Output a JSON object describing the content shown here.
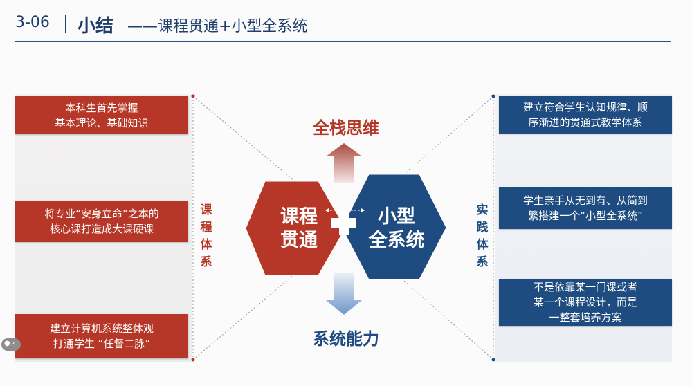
{
  "header": {
    "slide_number": "3-06",
    "title": "小结",
    "subtitle": "——课程贯通+小型全系统"
  },
  "left_panel": {
    "label": "课程体系",
    "boxes": [
      {
        "text": "本科生首先掌握\n基本理论、基础知识"
      },
      {
        "text": "将专业“安身立命”之本的\n核心课打造成大课硬课"
      },
      {
        "text": "建立计算机系统整体观\n打通学生 “任督二脉”"
      }
    ]
  },
  "right_panel": {
    "label": "实践体系",
    "boxes": [
      {
        "text": "建立符合学生认知规律、顺\n序渐进的贯通式教学体系"
      },
      {
        "text": "学生亲手从无到有、从简到\n繁搭建一个“小型全系统”"
      },
      {
        "text": "不是依靠某一门课或者\n某一个课程设计，而是\n一整套培养方案"
      }
    ]
  },
  "center": {
    "top_label": "全栈思维",
    "bottom_label": "系统能力",
    "hex_left": "课程\n贯通",
    "hex_right": "小型\n全系统"
  },
  "colors": {
    "red": "#b63728",
    "blue": "#1f4c80"
  },
  "icons": [
    "plus-icon",
    "up-arrow-icon",
    "down-arrow-icon",
    "chat-icon",
    "chevron-left-icon"
  ]
}
